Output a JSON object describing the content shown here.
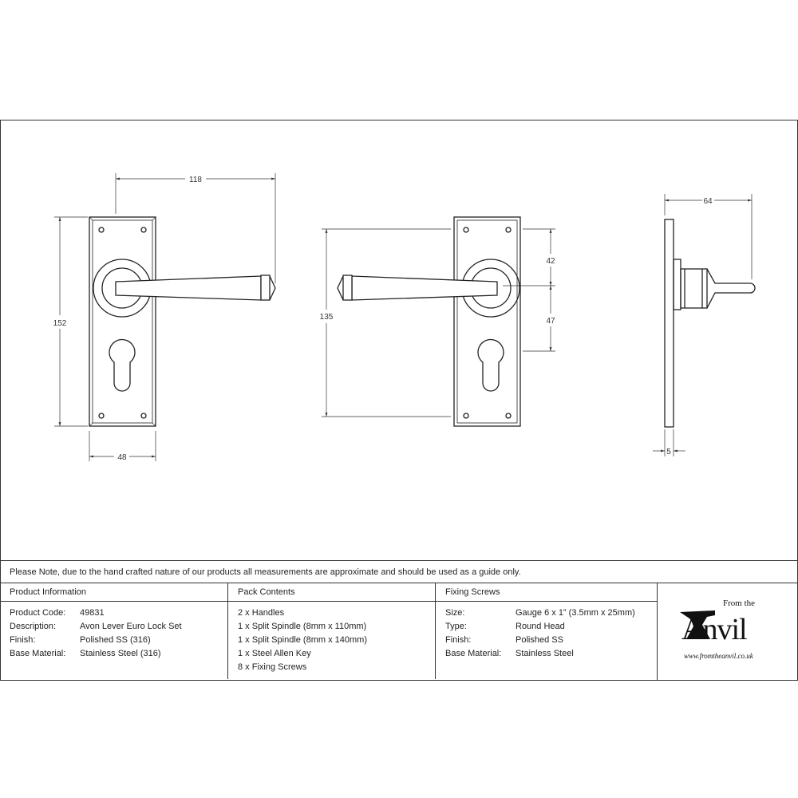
{
  "drawing": {
    "front_view": {
      "width_dim": "118",
      "height_dim": "152",
      "plate_width_dim": "48"
    },
    "back_view": {
      "height_dim": "135",
      "upper_dim": "42",
      "lower_dim": "47"
    },
    "side_view": {
      "projection_dim": "64",
      "plate_thickness_dim": "5"
    }
  },
  "note": "Please Note, due to the hand crafted nature of our products all measurements are approximate and should be used as a guide only.",
  "product_information": {
    "heading": "Product Information",
    "rows": [
      {
        "label": "Product Code:",
        "value": "49831"
      },
      {
        "label": "Description:",
        "value": "Avon Lever Euro Lock Set"
      },
      {
        "label": "Finish:",
        "value": "Polished SS (316)"
      },
      {
        "label": "Base Material:",
        "value": "Stainless Steel (316)"
      }
    ]
  },
  "pack_contents": {
    "heading": "Pack Contents",
    "items": [
      "2 x Handles",
      "1 x Split Spindle (8mm x 110mm)",
      "1 x Split Spindle (8mm x 140mm)",
      "1 x Steel Allen Key",
      "8 x Fixing Screws"
    ]
  },
  "fixing_screws": {
    "heading": "Fixing Screws",
    "rows": [
      {
        "label": "Size:",
        "value": "Gauge 6 x 1” (3.5mm x 25mm)"
      },
      {
        "label": "Type:",
        "value": "Round Head"
      },
      {
        "label": "Finish:",
        "value": "Polished SS"
      },
      {
        "label": "Base Material:",
        "value": "Stainless Steel"
      }
    ]
  },
  "logo": {
    "pre": "From the",
    "brand": "Anvil",
    "url": "www.fromtheanvil.co.uk"
  }
}
